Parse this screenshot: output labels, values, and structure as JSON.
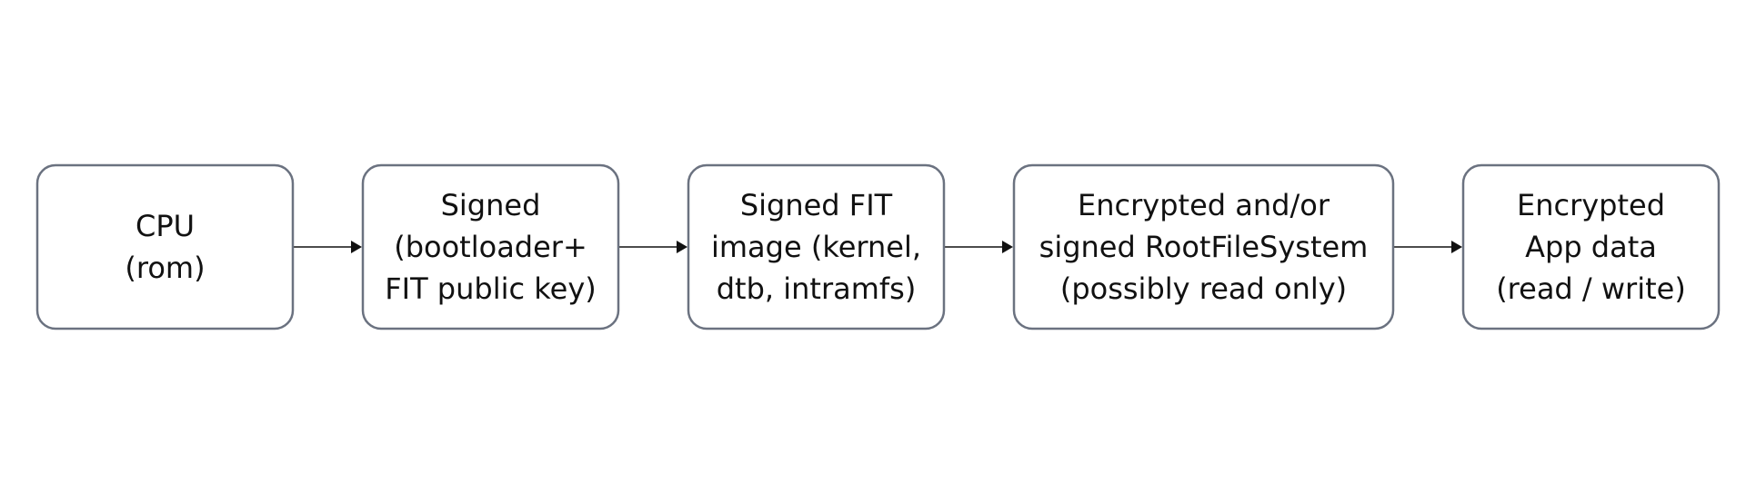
{
  "diagram": {
    "nodes": [
      {
        "id": "cpu",
        "lines": [
          "CPU",
          "(rom)"
        ]
      },
      {
        "id": "bootloader",
        "lines": [
          "Signed",
          "(bootloader+",
          "FIT public key)"
        ]
      },
      {
        "id": "fit-image",
        "lines": [
          "Signed FIT",
          "image (kernel,",
          "dtb, intramfs)"
        ]
      },
      {
        "id": "rootfs",
        "lines": [
          "Encrypted and/or",
          "signed RootFileSystem",
          "(possibly read only)"
        ]
      },
      {
        "id": "app-data",
        "lines": [
          "Encrypted",
          "App data",
          "(read / write)"
        ]
      }
    ],
    "edges": [
      {
        "from": "cpu",
        "to": "bootloader"
      },
      {
        "from": "bootloader",
        "to": "fit-image"
      },
      {
        "from": "fit-image",
        "to": "rootfs"
      },
      {
        "from": "rootfs",
        "to": "app-data"
      }
    ],
    "colors": {
      "box_border": "#6b7280",
      "box_fill": "#ffffff",
      "text": "#111111",
      "arrow": "#111111"
    }
  }
}
